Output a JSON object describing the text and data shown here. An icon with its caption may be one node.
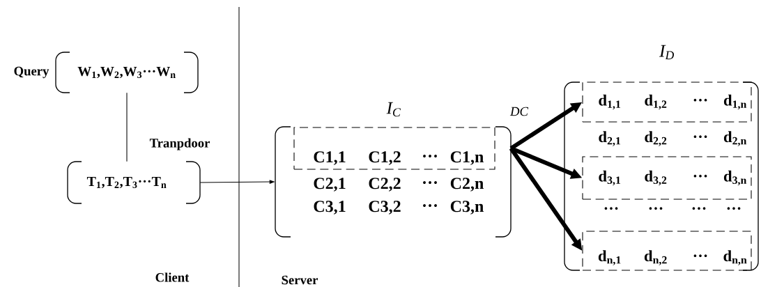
{
  "diagram": {
    "nodes": [
      {
        "text": [
          "Query",
          "W$_{1}$,W$_{2}$,W$_{3}$···W$_{n}$"
        ]
      },
      {
        "text": [
          "T$_{1}$,T$_{2}$,T$_{3}$···T$_{n}$"
        ]
      },
      {
        "text": [
          "I$_{C}$"
        ]
      },
      {
        "text": [
          "C1,1",
          "C1,2",
          "···",
          "C1,n"
        ],
        "in": 2
      },
      {
        "text": [
          "I$_{D}$"
        ]
      },
      {
        "text": [
          "d$_{1,1}$",
          "d$_{1,2}$",
          "···",
          "d$_{1,n}$"
        ],
        "in": 4
      },
      {
        "text": [
          "d$_{3,1}$",
          "d$_{3,2}$",
          "···",
          "d$_{3,n}$"
        ],
        "in": 4
      },
      {
        "text": [
          "d$_{n,1}$",
          "d$_{n,2}$",
          "···",
          "d$_{n,n}$"
        ],
        "in": 4
      }
    ],
    "edges": [
      {
        "from": 0,
        "to": 1,
        "arrow": "none",
        "label": "Tranpdoor"
      },
      {
        "from": 1,
        "to": 2,
        "arrow": "to"
      },
      {
        "from": 2,
        "to": 5,
        "arrow": "to",
        "label": "DC"
      },
      {
        "from": 2,
        "to": 6,
        "arrow": "to"
      },
      {
        "from": 2,
        "to": 7,
        "arrow": "to"
      }
    ],
    "labels": [
      "C2,1",
      "C2,2",
      "···",
      "C2,n",
      "C3,1",
      "C3,2",
      "···",
      "C3,n",
      "d$_{2,1}$",
      "d$_{2,2}$",
      "···",
      "d$_{2,n}$",
      "···",
      "···",
      "···",
      "···",
      "Client",
      "Server"
    ]
  }
}
